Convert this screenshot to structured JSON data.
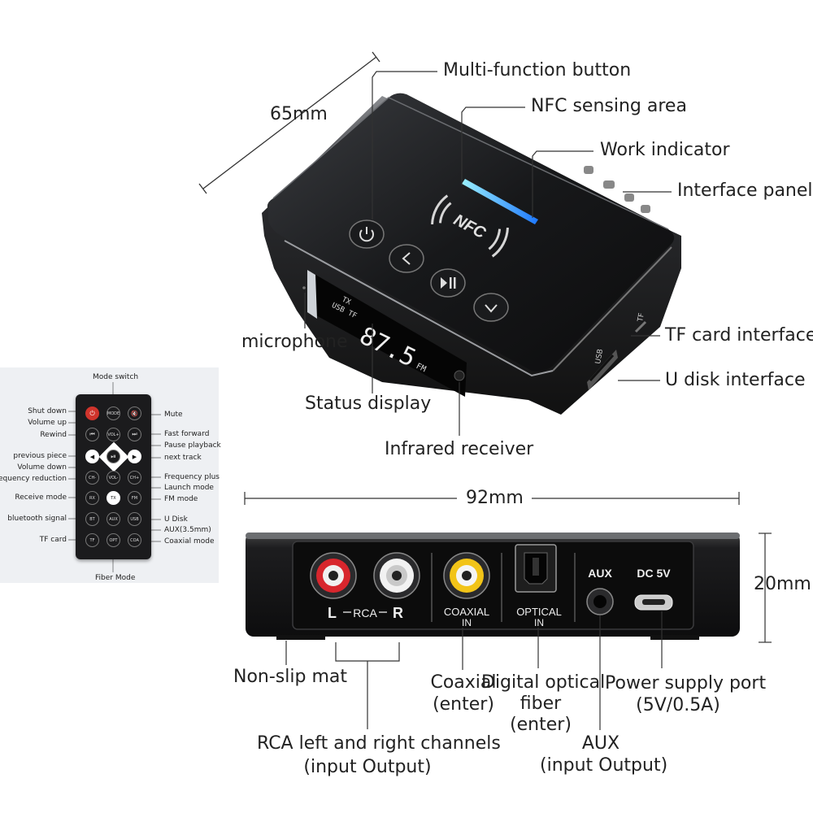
{
  "top_labels": {
    "multi_function_button": "Multi-function button",
    "nfc_sensing_area": "NFC sensing area",
    "work_indicator": "Work indicator",
    "interface_panel": "Interface panel",
    "microphone": "microphone",
    "tf_card_interface": "TF card interface",
    "u_disk_interface": "U disk interface",
    "status_display": "Status display",
    "infrared_receiver": "Infrared receiver"
  },
  "dimensions": {
    "depth": "65mm",
    "width": "92mm",
    "height": "20mm"
  },
  "device": {
    "nfc_text": "NFC",
    "display_value": "87.5",
    "display_fm": "FM",
    "display_tags": [
      "TX",
      "USB",
      "TF"
    ],
    "usb_text": "USB",
    "tf_text": "TF"
  },
  "rear_panel": {
    "rca_l": "L",
    "rca_mid": "RCA",
    "rca_r": "R",
    "coaxial": "COAXIAL",
    "coaxial_in": "IN",
    "optical": "OPTICAL",
    "optical_in": "IN",
    "aux": "AUX",
    "dc": "DC 5V"
  },
  "bottom_labels": {
    "non_slip_mat": "Non-slip mat",
    "coaxial_line1": "Coaxial",
    "coaxial_line2": "(enter)",
    "optical_line1": "Digital optical",
    "optical_line2": "fiber",
    "optical_line3": "(enter)",
    "power_line1": "Power supply port",
    "power_line2": "(5V/0.5A)",
    "rca_line1": "RCA left and right channels",
    "rca_line2": "(input Output)",
    "aux_line1": "AUX",
    "aux_line2": "(input Output)"
  },
  "remote": {
    "mode_switch": "Mode switch",
    "fiber_mode": "Fiber Mode",
    "left_labels": [
      "Shut down",
      "Volume up",
      "Rewind",
      "previous piece",
      "Volume down",
      "Frequency reduction",
      "Receive mode",
      "bluetooth signal",
      "TF card"
    ],
    "right_labels": [
      "Mute",
      "Fast forward",
      "Pause playback",
      "next track",
      "Frequency plus",
      "Launch mode",
      "FM mode",
      "U Disk",
      "AUX(3.5mm)",
      "Coaxial mode"
    ],
    "buttons": {
      "power": "⏻",
      "mode": "MODE",
      "mute": "🔇",
      "rewind": "⏮",
      "vol_up": "VOL+",
      "ffwd": "⏭",
      "prev": "◀",
      "play": "⏯",
      "next": "▶",
      "ch_minus": "CH-",
      "vol_down": "VOL-",
      "ch_plus": "CH+",
      "rx": "RX",
      "tx": "TX",
      "fm": "FM",
      "bt": "BT",
      "aux": "AUX",
      "usb": "USB",
      "tf": "TF",
      "opt": "OPT",
      "coa": "COA"
    }
  },
  "colors": {
    "led": "#36c8ff",
    "power_button": "#d0342c",
    "rca_red": "#d8262d",
    "rca_yellow": "#f2c418"
  }
}
